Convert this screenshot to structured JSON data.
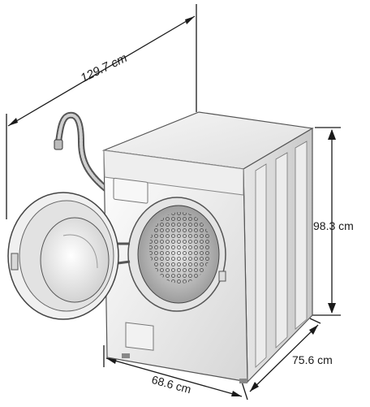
{
  "dimensions": {
    "door_open_depth": "129.7 cm",
    "height": "98.3 cm",
    "depth": "75.6 cm",
    "width": "68.6 cm"
  },
  "colors": {
    "line": "#1a1a1a",
    "body_light": "#f4f4f4",
    "body_shade": "#d9d9d9",
    "drum_dark": "#9a9a9a"
  }
}
